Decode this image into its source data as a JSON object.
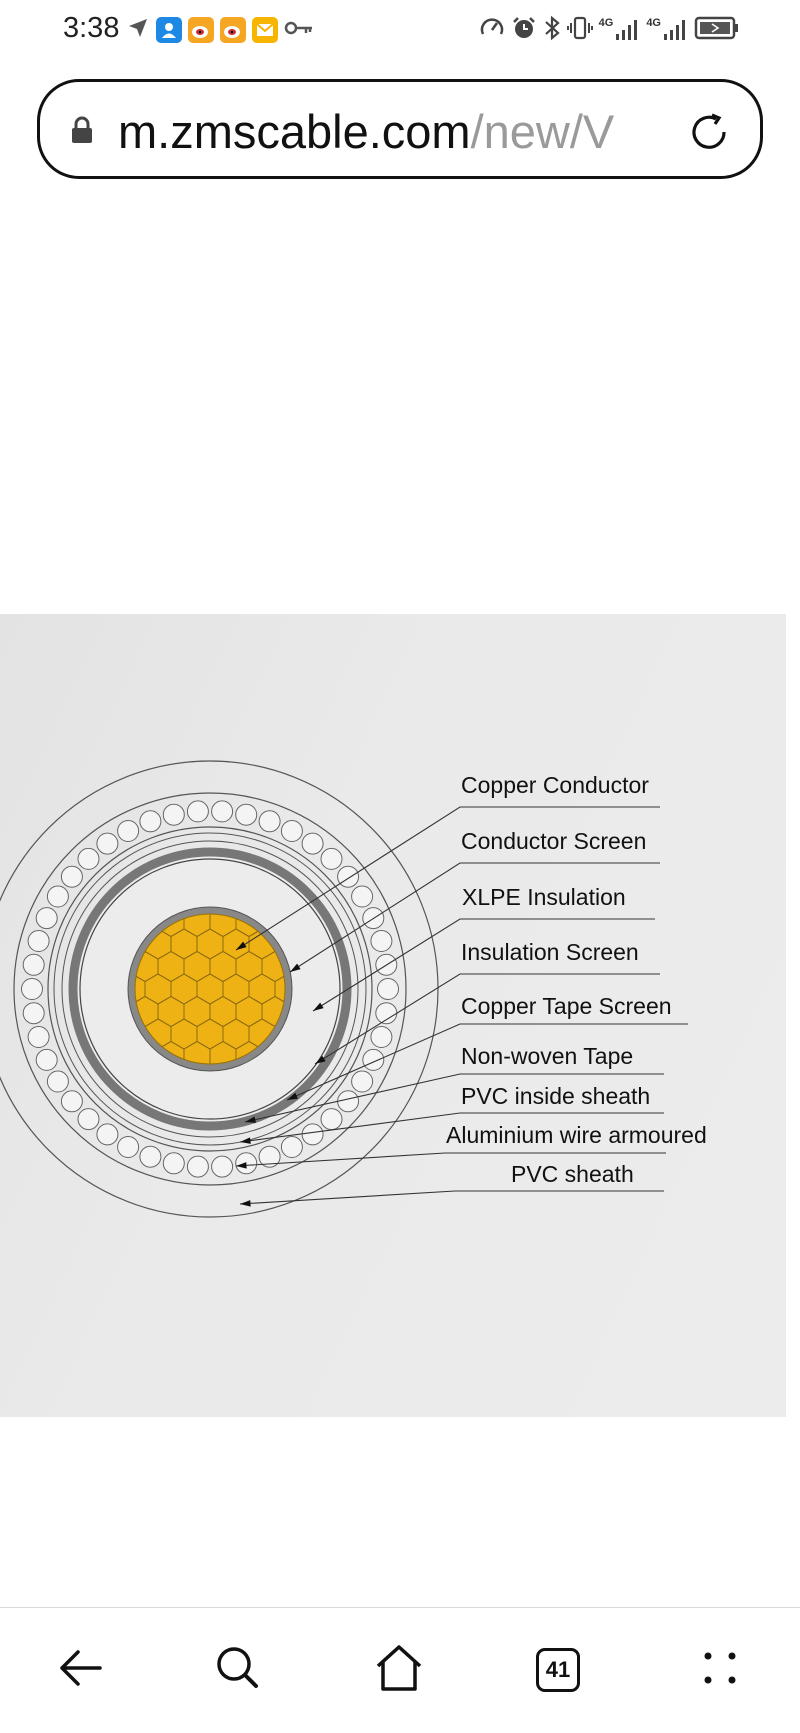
{
  "status_bar": {
    "time": "3:38",
    "network_label_1": "4G",
    "network_label_2": "4G",
    "icons": [
      "location-arrow-icon",
      "contacts-app-icon",
      "weibo-icon",
      "weibo-icon",
      "mail-icon",
      "key-icon",
      "speed-icon",
      "alarm-icon",
      "bluetooth-icon",
      "vibrate-icon",
      "signal-icon",
      "signal-icon",
      "battery-icon"
    ]
  },
  "browser": {
    "url_host": "m.zmscable.com",
    "url_path": "/new/V"
  },
  "diagram": {
    "labels": [
      "Copper Conductor",
      "Conductor Screen",
      "XLPE Insulation",
      "Insulation Screen",
      "Copper Tape Screen",
      "Non-woven Tape",
      "PVC inside sheath",
      "Aluminium wire armoured",
      "PVC sheath"
    ],
    "colors": {
      "conductor": "#EFB215",
      "conductor_stroke": "#8a8a8a",
      "background": "#EAEAEA"
    }
  },
  "bottom_nav": {
    "tab_count": "41",
    "buttons": [
      "back-arrow-icon",
      "search-icon",
      "home-icon",
      "tabs-icon",
      "more-icon"
    ]
  }
}
